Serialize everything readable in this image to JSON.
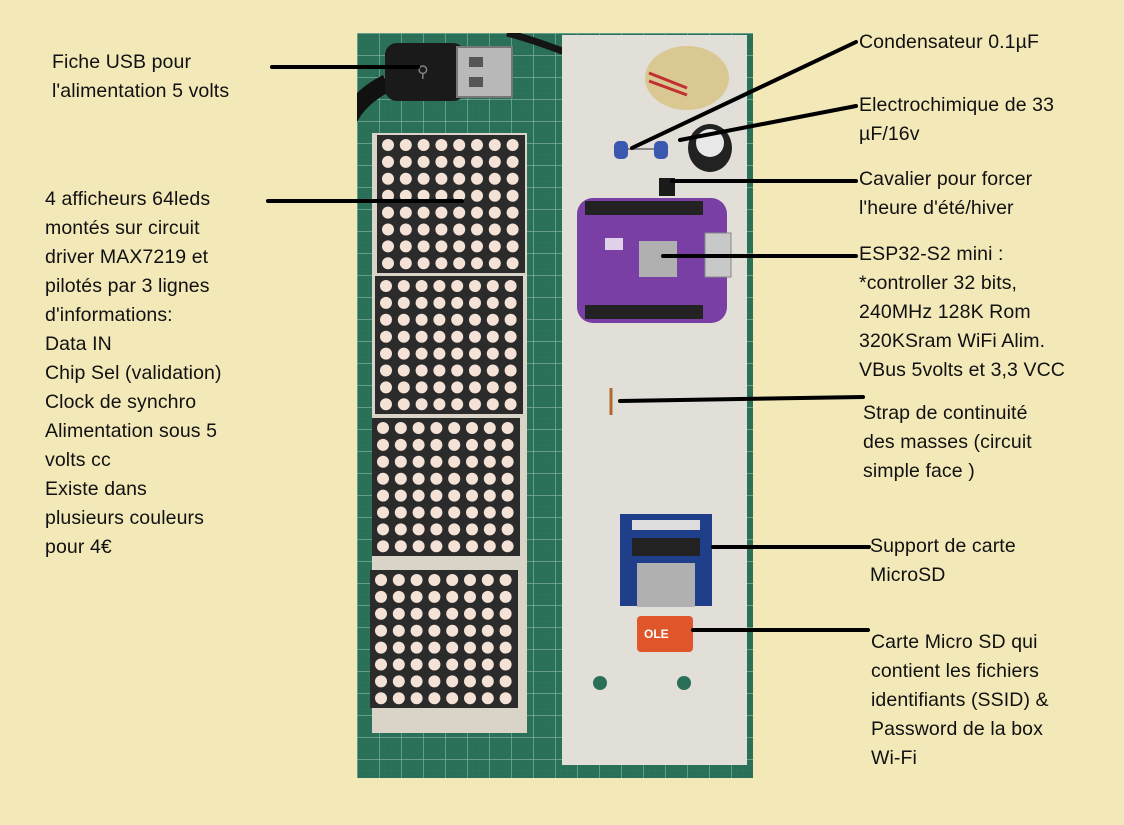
{
  "colors": {
    "background": "#f2e8b8",
    "mat": "#2a6f58",
    "strip": "#e2ded8",
    "led_off": "#f4e2d6",
    "pcb_purple": "#7a3fa4",
    "sd_module_blue": "#1f3f8a",
    "sd_card_orange": "#e0552a"
  },
  "labels": {
    "usb": "Fiche USB pour\nl'alimentation 5 volts",
    "displays": "4 afficheurs 64leds\nmontés sur circuit\ndriver MAX7219 et\npilotés par 3 lignes\nd'informations:\nData IN\nChip Sel (validation)\nClock de synchro\nAlimentation sous 5\nvolts cc\n        Existe dans\nplusieurs couleurs\npour 4€",
    "capacitor": "Condensateur 0.1µF",
    "electro": "Electrochimique de 33\nµF/16v",
    "jumper": "Cavalier pour forcer\nl'heure d'été/hiver",
    "esp": "ESP32-S2 mini :\n*controller 32 bits,\n240MHz 128K Rom\n320KSram WiFi Alim.\nVBus 5volts et 3,3 VCC",
    "strap": "Strap de continuité\ndes masses (circuit\nsimple face )",
    "sd_support": "Support de carte\nMicroSD",
    "sd_card": "Carte Micro SD qui\ncontient les fichiers\nidentifiants (SSID) &\nPassword de la box\nWi-Fi"
  },
  "photo": {
    "led_matrix_count": 4,
    "led_matrix_rows": 8,
    "led_matrix_cols": 8,
    "sd_card_text": "OLE"
  }
}
